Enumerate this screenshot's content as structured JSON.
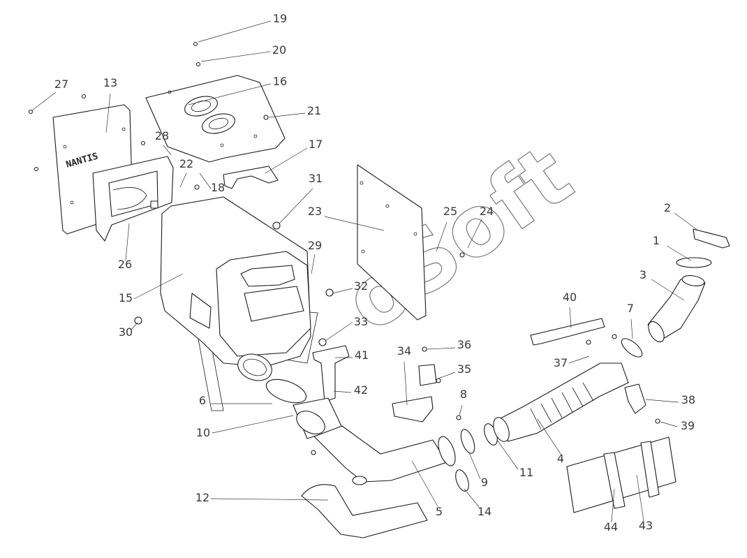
{
  "diagram": {
    "watermark": "oSoft",
    "panel_logo": "NANTIS",
    "callouts": [
      "1",
      "2",
      "3",
      "4",
      "5",
      "6",
      "7",
      "8",
      "9",
      "10",
      "11",
      "12",
      "13",
      "14",
      "15",
      "16",
      "17",
      "18",
      "19",
      "20",
      "21",
      "22",
      "23",
      "24",
      "25",
      "26",
      "27",
      "28",
      "29",
      "30",
      "31",
      "32",
      "33",
      "34",
      "35",
      "36",
      "37",
      "38",
      "39",
      "40",
      "41",
      "42",
      "43",
      "44"
    ]
  }
}
